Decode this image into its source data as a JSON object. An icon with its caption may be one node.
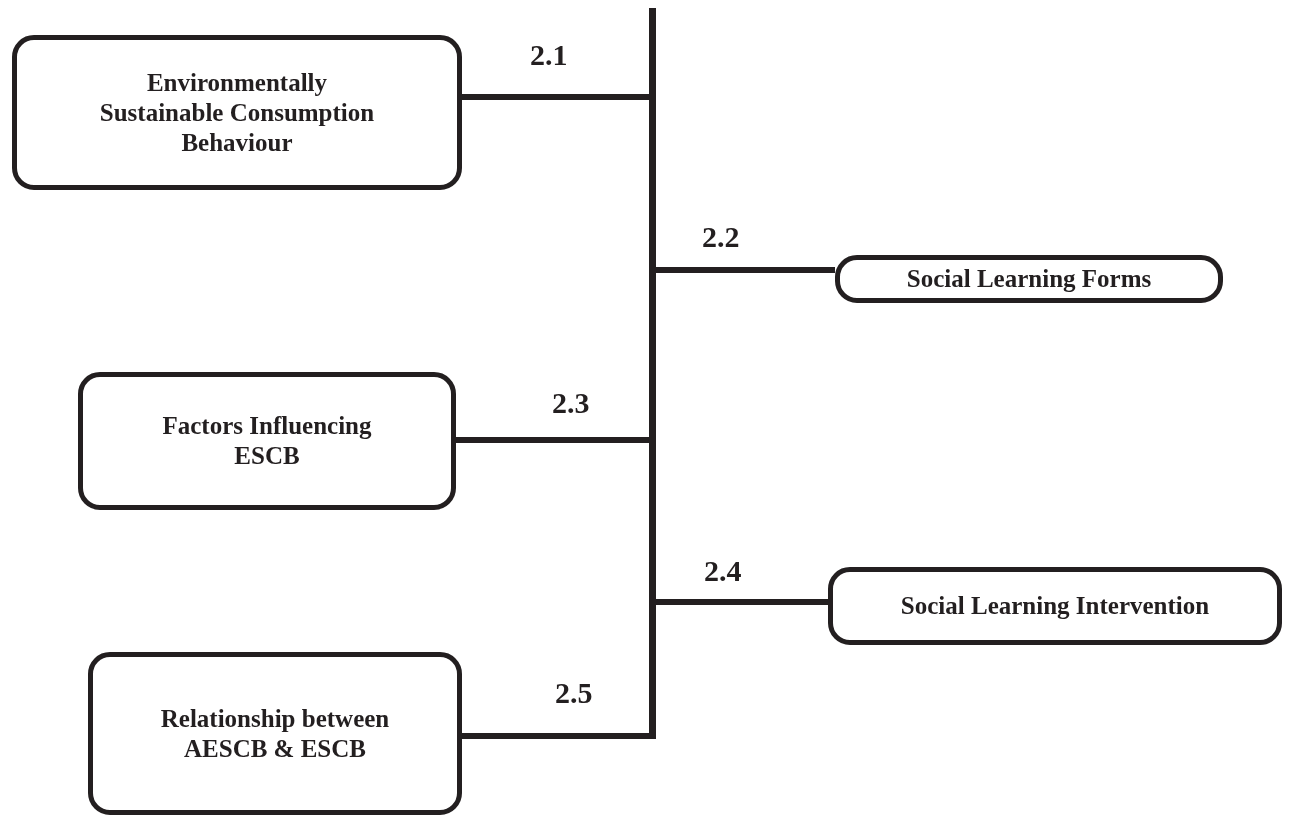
{
  "diagram": {
    "nodes": [
      {
        "text": [
          "Environmentally Sustainable Consumption Behaviour"
        ]
      },
      {
        "text": [
          "Social Learning Forms"
        ]
      },
      {
        "text": [
          "Factors Influencing ESCB"
        ]
      },
      {
        "text": [
          "Social Learning Intervention"
        ]
      },
      {
        "text": [
          "Relationship between AESCB & ESCB"
        ]
      },
      {
        "text": [],
        "shape": "bar"
      }
    ],
    "edges": [
      {
        "from": 0,
        "to": 5,
        "arrow": "none",
        "label": "2.1"
      },
      {
        "from": 5,
        "to": 1,
        "arrow": "none",
        "label": "2.2"
      },
      {
        "from": 2,
        "to": 5,
        "arrow": "none",
        "label": "2.3"
      },
      {
        "from": 5,
        "to": 3,
        "arrow": "none",
        "label": "2.4"
      },
      {
        "from": 4,
        "to": 5,
        "arrow": "none",
        "label": "2.5"
      }
    ]
  }
}
